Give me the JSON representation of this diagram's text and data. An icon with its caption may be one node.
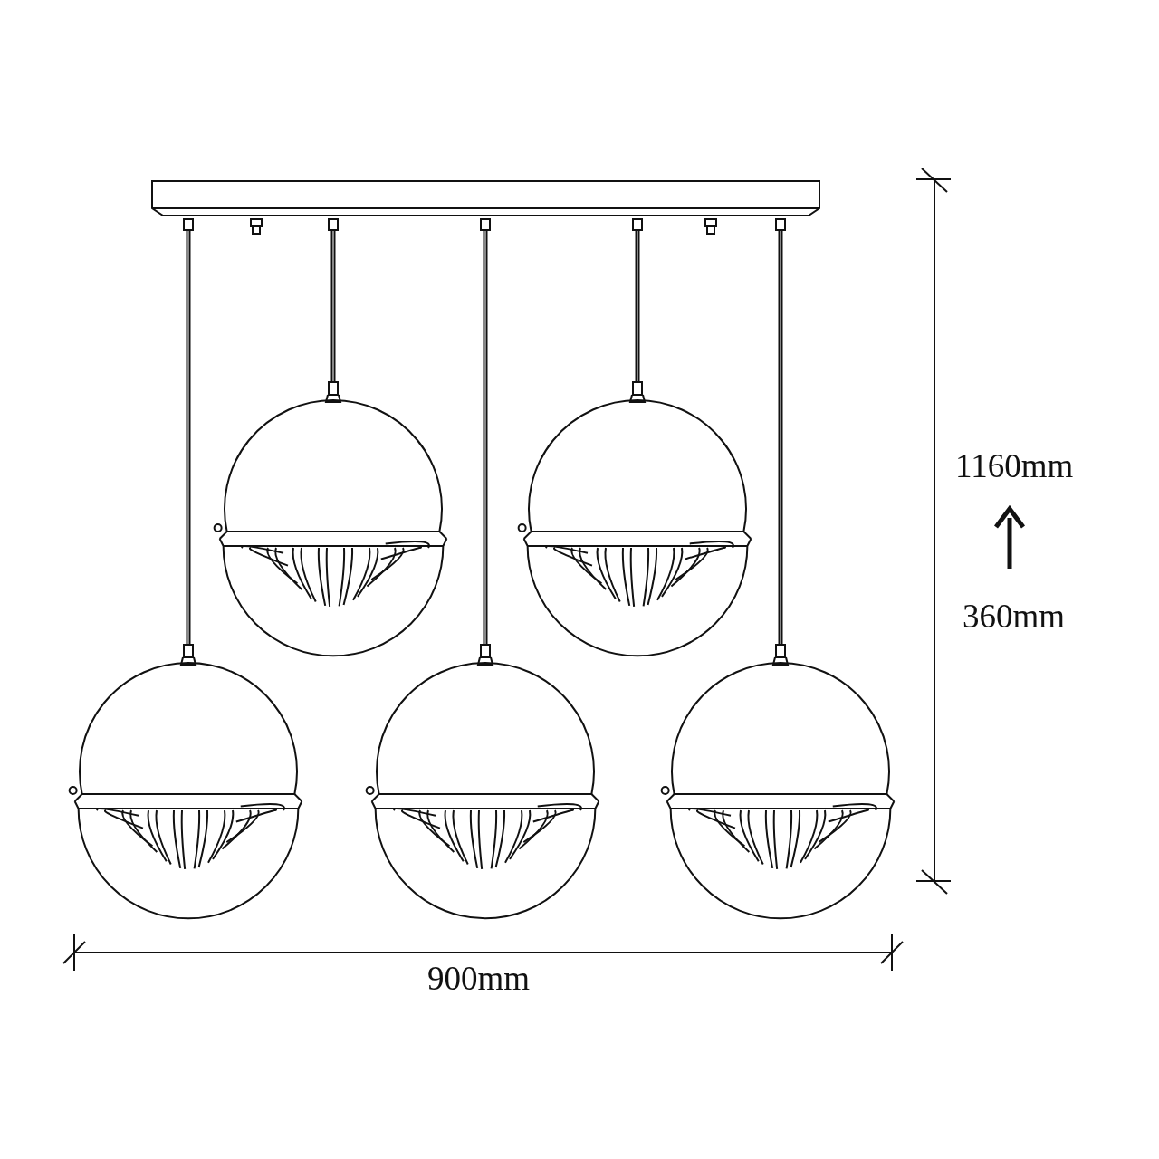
{
  "diagram": {
    "labels": [
      "1160mm",
      "360mm",
      "900mm"
    ]
  }
}
